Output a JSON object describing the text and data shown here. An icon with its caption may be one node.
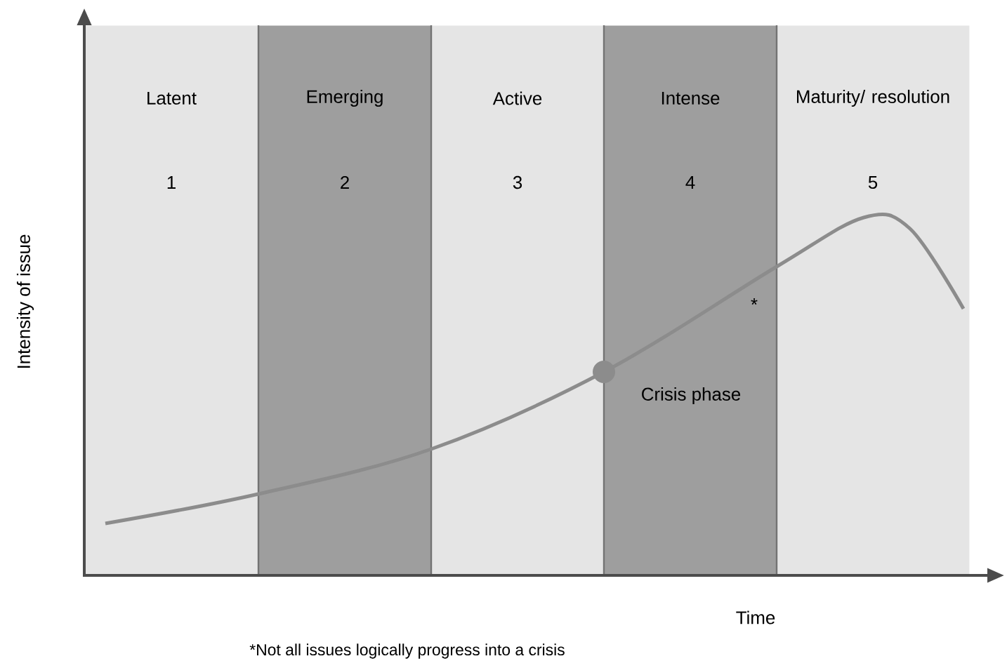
{
  "diagram": {
    "nodes": [
      {
        "text": [
          "Latent",
          "1"
        ]
      },
      {
        "text": [
          "Emerging",
          "2"
        ]
      },
      {
        "text": [
          "Active",
          "3"
        ]
      },
      {
        "text": [
          "Intense",
          "4"
        ]
      },
      {
        "text": [
          "Maturity/ resolution",
          "5"
        ]
      }
    ],
    "labels": [
      "*",
      "Crisis phase",
      "Intensity of issue",
      "Time",
      "*Not all issues logically progress into a crisis"
    ]
  }
}
